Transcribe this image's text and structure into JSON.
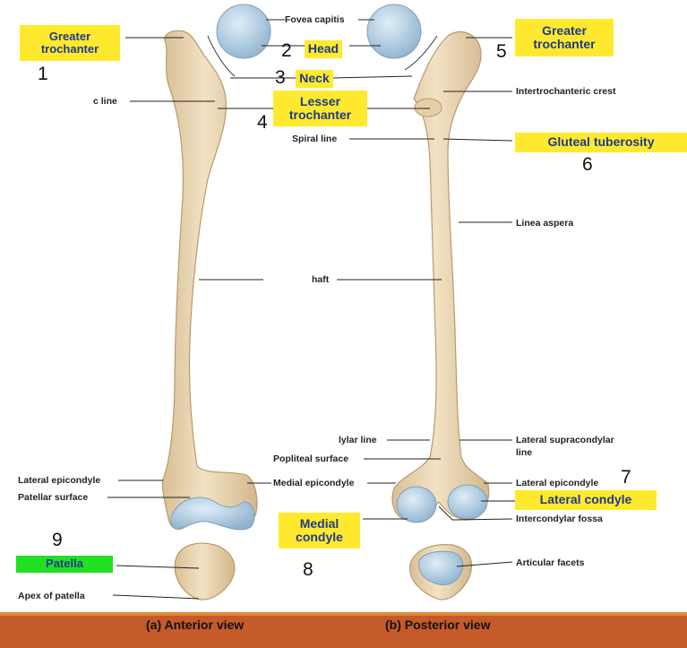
{
  "labels": {
    "fovea_capitis": "Fovea capitis",
    "intertrochanteric_line_partial": "c line",
    "spiral_line": "Spiral line",
    "intertrochanteric_crest": "Intertrochanteric crest",
    "linea_aspera": "Linea aspera",
    "shaft_partial": "haft",
    "medial_supracondylar_partial": "lylar line",
    "lateral_supracondylar_1": "Lateral supracondylar",
    "lateral_supracondylar_2": "line",
    "popliteal_surface": "Popliteal surface",
    "lateral_epicondyle_left": "Lateral epicondyle",
    "medial_epicondyle": "Medial epicondyle",
    "lateral_epicondyle_right": "Lateral epicondyle",
    "patellar_surface": "Patellar surface",
    "intercondylar_fossa": "Intercondylar fossa",
    "apex_of_patella": "Apex of patella",
    "articular_facets": "Articular facets"
  },
  "highlights": {
    "greater_trochanter_left_1": "Greater",
    "greater_trochanter_left_2": "trochanter",
    "greater_trochanter_right_1": "Greater",
    "greater_trochanter_right_2": "trochanter",
    "head": "Head",
    "neck": "Neck",
    "lesser_trochanter_1": "Lesser",
    "lesser_trochanter_2": "trochanter",
    "gluteal_tuberosity": "Gluteal tuberosity",
    "lateral_condyle": "Lateral condyle",
    "medial_condyle_1": "Medial",
    "medial_condyle_2": "condyle",
    "patella": "Patella"
  },
  "numbers": {
    "n1": "1",
    "n2": "2",
    "n3": "3",
    "n4": "4",
    "n5": "5",
    "n6": "6",
    "n7": "7",
    "n8": "8",
    "n9": "9"
  },
  "views": {
    "anterior": "(a) Anterior view",
    "posterior": "(b) Posterior view"
  },
  "colors": {
    "bone": "#ecd9b8",
    "bone_shadow": "#cfb48a",
    "cartilage": "#a9c6dc",
    "highlight": "#ffe92e",
    "highlight_green": "#22e022",
    "footer": "#c55a2a"
  }
}
